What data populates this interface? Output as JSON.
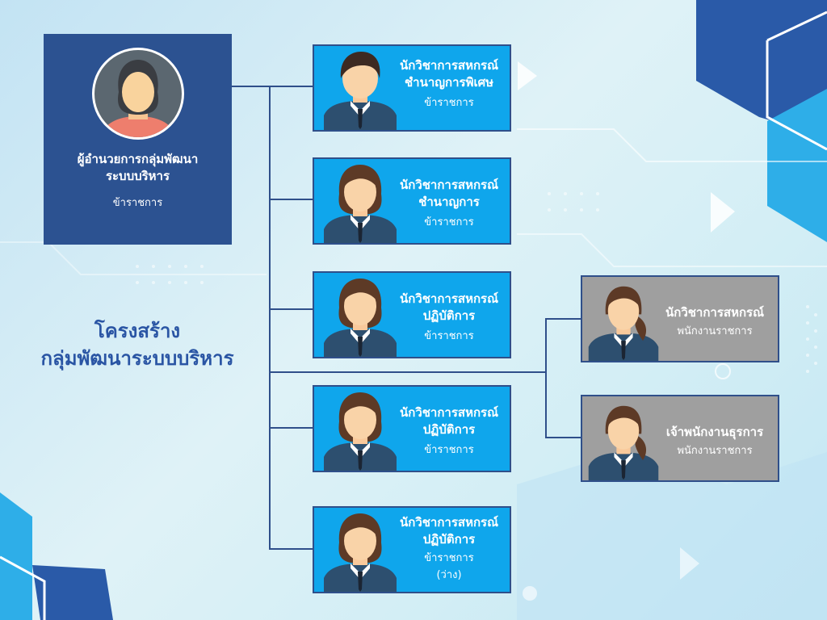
{
  "title": {
    "line1": "โครงสร้าง",
    "line2": "กลุ่มพัฒนาระบบบริหาร"
  },
  "head": {
    "name_line1": "ผู้อำนวยการกลุ่มพัฒนา",
    "name_line2": "ระบบบริหาร",
    "status": "ข้าราชการ"
  },
  "positions": [
    {
      "name_line1": "นักวิชาการสหกรณ์",
      "name_line2": "ชำนาญการพิเศษ",
      "status": "ข้าราชการ",
      "note": ""
    },
    {
      "name_line1": "นักวิชาการสหกรณ์",
      "name_line2": "ชำนาญการ",
      "status": "ข้าราชการ",
      "note": ""
    },
    {
      "name_line1": "นักวิชาการสหกรณ์",
      "name_line2": "ปฏิบัติการ",
      "status": "ข้าราชการ",
      "note": ""
    },
    {
      "name_line1": "นักวิชาการสหกรณ์",
      "name_line2": "ปฏิบัติการ",
      "status": "ข้าราชการ",
      "note": ""
    },
    {
      "name_line1": "นักวิชาการสหกรณ์",
      "name_line2": "ปฏิบัติการ",
      "status": "ข้าราชการ",
      "note": "(ว่าง)"
    }
  ],
  "employees": [
    {
      "name": "นักวิชาการสหกรณ์",
      "status": "พนักงานราชการ"
    },
    {
      "name": "เจ้าพนักงานธุรการ",
      "status": "พนักงานราชการ"
    }
  ],
  "colors": {
    "blue_card": "#0fa6ec",
    "grey_card": "#9f9f9f",
    "head_card": "#2c5291",
    "connector": "#2f4f8a",
    "title": "#2a55a4"
  },
  "icons": [
    "male-officer-avatar-icon",
    "female-officer-avatar-icon",
    "female-employee-avatar-icon",
    "female-director-avatar-icon"
  ]
}
